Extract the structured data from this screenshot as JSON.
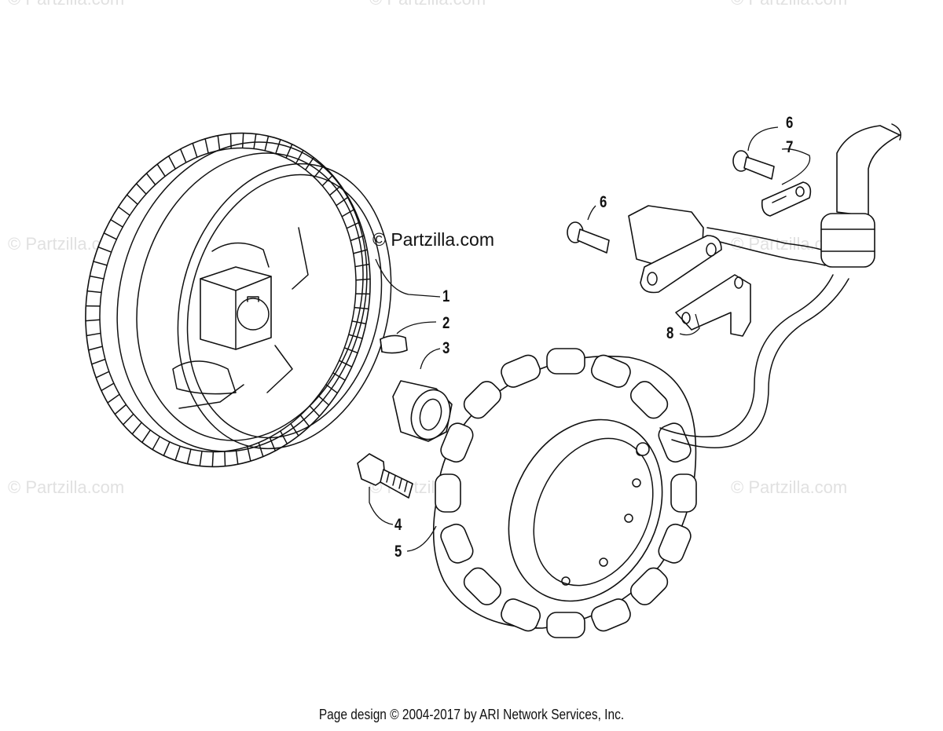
{
  "watermark": "© Partzilla.com",
  "brand": "© Partzilla.com",
  "footer": "Page design © 2004-2017 by ARI Network Services, Inc.",
  "callouts": [
    "1",
    "2",
    "3",
    "4",
    "5",
    "6",
    "6",
    "7",
    "8"
  ]
}
